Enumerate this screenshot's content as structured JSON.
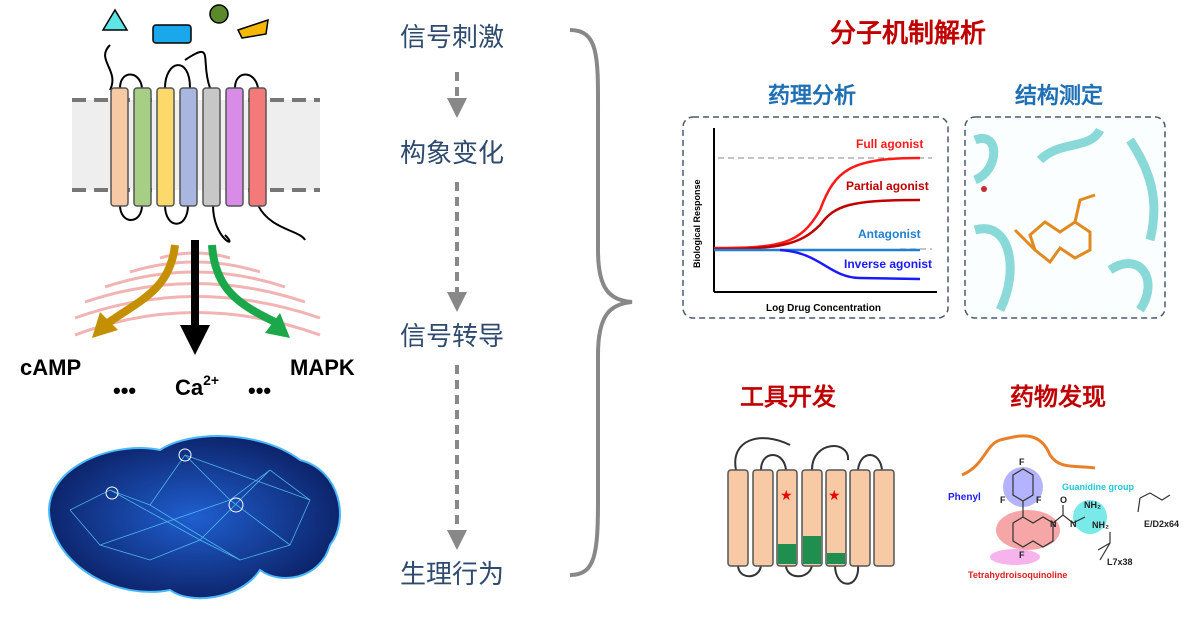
{
  "steps": [
    "信号刺激",
    "构象变化",
    "信号转导",
    "生理行为"
  ],
  "signaling": {
    "left": "cAMP",
    "center_base": "Ca",
    "center_sup": "2+",
    "right": "MAPK",
    "ellipsis": "•••"
  },
  "right": {
    "title": "分子机制解析",
    "pharmacology": "药理分析",
    "structure": "结构测定",
    "tools": "工具开发",
    "drug": "药物发现"
  },
  "pharm_chart": {
    "ylabel": "Biological Response",
    "xlabel": "Log Drug Concentration",
    "curves": [
      "Full agonist",
      "Partial agonist",
      "Antagonist",
      "Inverse agonist"
    ],
    "colors": [
      "#ff1a1a",
      "#c00000",
      "#1f7fd0",
      "#1a1aff"
    ]
  },
  "drug_panel": {
    "phenyl": "Phenyl",
    "guanidine": "Guanidine group",
    "thiq": "Tetrahydroisoquinoline",
    "res1": "E/D2x64",
    "res2": "L7x38",
    "atoms": {
      "F": "F",
      "O": "O",
      "N": "N",
      "NH2": "NH₂"
    }
  },
  "colors": {
    "step_text": "#2e4a6e",
    "red_title": "#c00000",
    "blue_title": "#1f6fb5"
  }
}
